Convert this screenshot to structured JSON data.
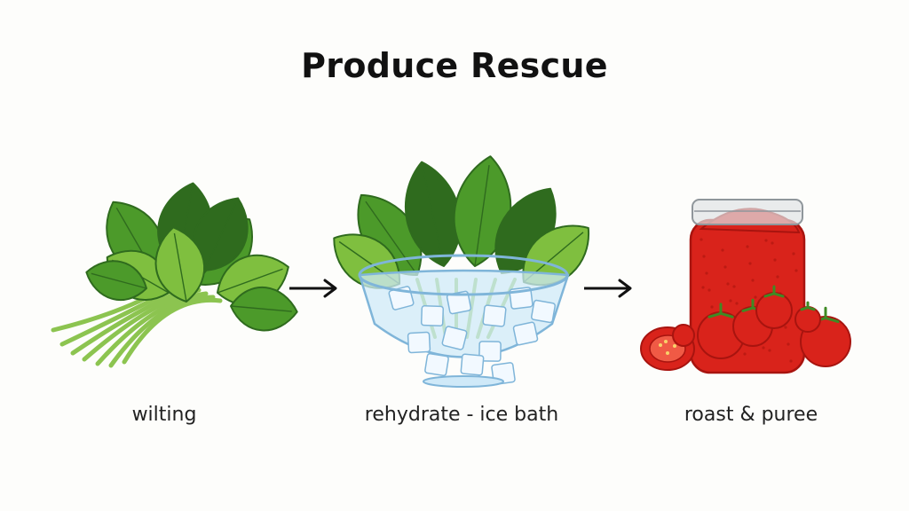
{
  "title": "Produce Rescue",
  "steps": [
    {
      "label": "wilting",
      "icon": "wilted-greens-icon"
    },
    {
      "label": "rehydrate - ice bath",
      "icon": "ice-bath-bowl-icon"
    },
    {
      "label": "roast & puree",
      "icon": "tomato-puree-jar-icon"
    }
  ],
  "colors": {
    "leaf_dark": "#2f6b1e",
    "leaf_mid": "#4c9a2a",
    "leaf_light": "#7fbf3f",
    "stem": "#8cc450",
    "water": "#cfe9f8",
    "bowl_edge": "#7fb5d9",
    "ice": "#f2f9ff",
    "tomato": "#d9231b",
    "tomato_dark": "#a8140f",
    "jar_lid": "#dfe3e6",
    "stem_green": "#3f8a24"
  }
}
